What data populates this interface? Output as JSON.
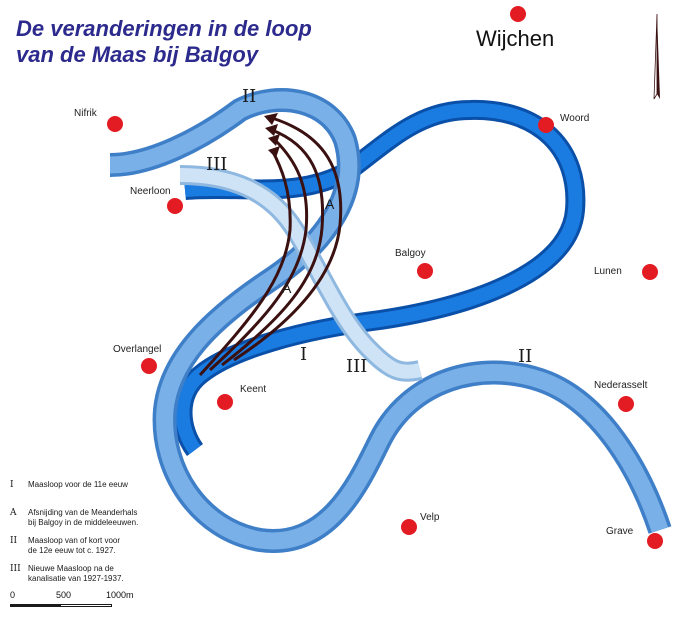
{
  "title": {
    "line1": "De veranderingen in de loop",
    "line2": "van de Maas bij Balgoy"
  },
  "places": {
    "wijchen": "Wijchen",
    "nifrik": "Nifrik",
    "woord": "Woord",
    "neerloon": "Neerloon",
    "balgoy": "Balgoy",
    "lunen": "Lunen",
    "overlangel": "Overlangel",
    "keent": "Keent",
    "nederasselt": "Nederasselt",
    "velp": "Velp",
    "grave": "Grave"
  },
  "river_labels": {
    "II_top": "II",
    "III_top": "III",
    "A_top": "A",
    "A_mid": "A",
    "I_mid": "I",
    "III_mid": "III",
    "II_right": "II"
  },
  "legend": {
    "items": [
      {
        "key": "I",
        "text_line1": "Maasloop voor de 11e eeuw",
        "text_line2": ""
      },
      {
        "key": "A",
        "text_line1": "Afsnijding van de Meanderhals",
        "text_line2": "bij Balgoy in de middeleeuwen."
      },
      {
        "key": "II",
        "text_line1": "Maasloop van of kort voor",
        "text_line2": "de 12e eeuw tot c. 1927."
      },
      {
        "key": "III",
        "text_line1": "Nieuwe Maasloop na de",
        "text_line2": "kanalisatie van 1927-1937."
      }
    ]
  },
  "scale": {
    "label_0": "0",
    "label_500": "500",
    "label_1000": "1000m"
  },
  "colors": {
    "river_I": "#1a6fd0",
    "river_II": "#6aa4e4",
    "river_III": "#b4d4f0",
    "cutoff_arcs": "#3a1010",
    "place_dot": "#e31b23",
    "title": "#2c2a8c"
  },
  "icons": {
    "north_arrow": "north-arrow-icon",
    "place_marker": "red-dot-marker"
  }
}
